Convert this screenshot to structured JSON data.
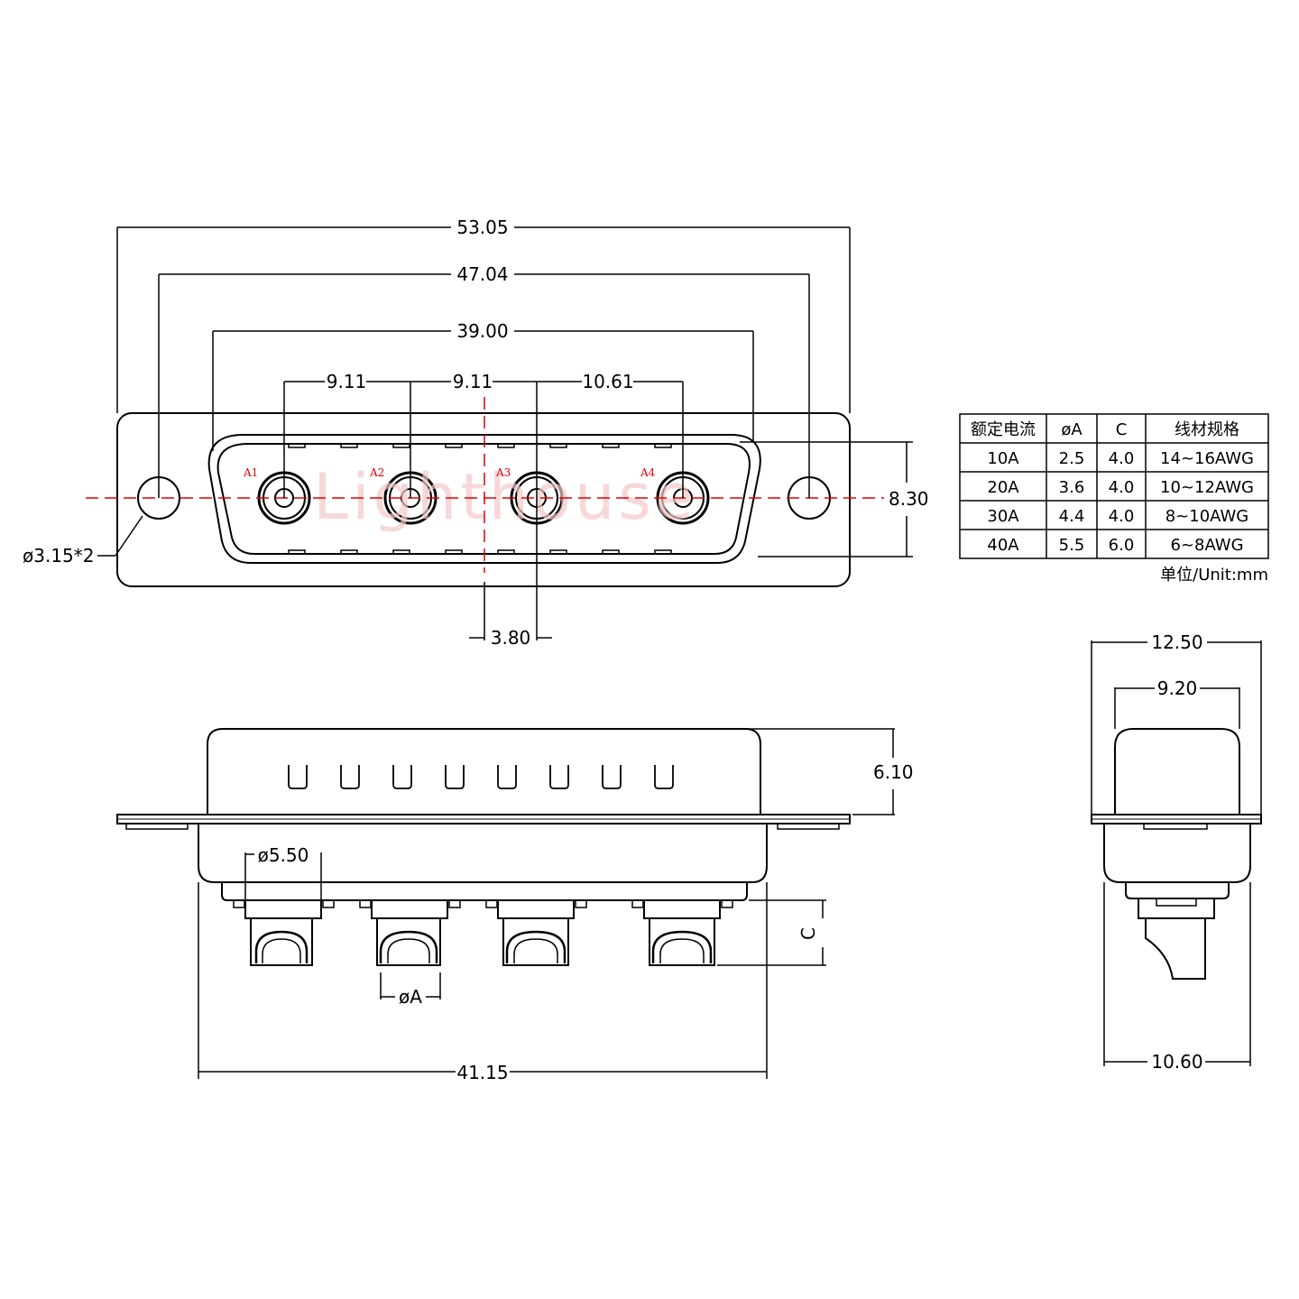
{
  "front_view": {
    "dim_overall": "53.05",
    "dim_mount_holes": "47.04",
    "dim_shell": "39.00",
    "dim_pitch_1": "9.11",
    "dim_pitch_2": "9.11",
    "dim_pitch_3": "10.61",
    "dim_height": "8.30",
    "dim_offset": "3.80",
    "hole_label": "ø3.15*2",
    "pin_labels": [
      "A1",
      "A2",
      "A3",
      "A4"
    ],
    "watermark": "Lighthouse"
  },
  "side_view": {
    "dim_pin_dia": "ø5.50",
    "dim_A": "øA",
    "dim_C": "C",
    "dim_height": "6.10",
    "dim_width": "41.15"
  },
  "end_view": {
    "dim_top": "12.50",
    "dim_inner": "9.20",
    "dim_bottom": "10.60"
  },
  "spec_table": {
    "headers": [
      "额定电流",
      "øA",
      "C",
      "线材规格"
    ],
    "rows": [
      [
        "10A",
        "2.5",
        "4.0",
        "14~16AWG"
      ],
      [
        "20A",
        "3.6",
        "4.0",
        "10~12AWG"
      ],
      [
        "30A",
        "4.4",
        "4.0",
        "8~10AWG"
      ],
      [
        "40A",
        "5.5",
        "6.0",
        "6~8AWG"
      ]
    ],
    "unit_note": "单位/Unit:mm"
  },
  "colors": {
    "line": "#000000",
    "centerline": "#e00000",
    "watermark": "#f4c8c8"
  }
}
